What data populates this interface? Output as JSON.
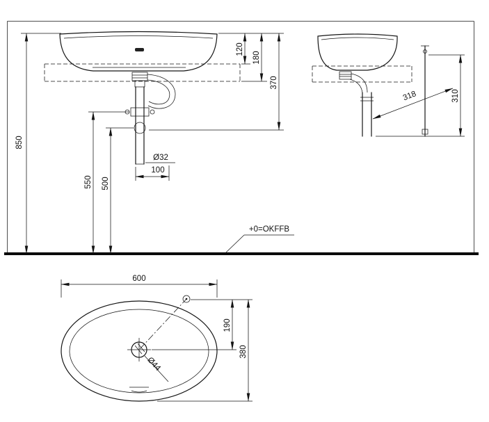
{
  "drawing": {
    "floor_label": "+0=OKFFB",
    "front_view": {
      "dim_total_height": "850",
      "dim_basin_height": "120",
      "dim_rim_to_mount": "180",
      "dim_rim_to_trap": "370",
      "dim_trap_inlet_height": "550",
      "dim_outlet_height": "500",
      "dim_drain_pipe_diameter": "Ø32",
      "dim_outlet_offset": "100"
    },
    "side_view": {
      "dim_hose_length": "318",
      "dim_hanger_height": "310"
    },
    "plan_view": {
      "dim_width": "600",
      "dim_front_to_drain": "190",
      "dim_depth": "380",
      "dim_drain_hole_diameter": "Ø44"
    }
  }
}
